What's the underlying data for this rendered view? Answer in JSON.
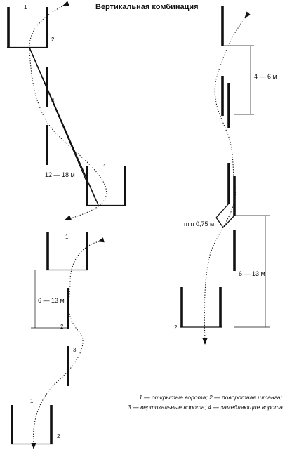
{
  "title": "Вертикальная комбинация",
  "left_top": {
    "num_1": "1",
    "num_2": "2",
    "num_4": "4",
    "num_1b": "1",
    "distance": "12 — 18 м"
  },
  "left_bottom": {
    "num_1": "1",
    "distance": "6 — 13 м",
    "num_2": "2",
    "num_3": "3",
    "num_1b": "1",
    "num_2b": "2"
  },
  "right": {
    "distance_top": "4 — 6 м",
    "min_gap": "min 0,75 м",
    "distance_bottom": "6 — 13 м",
    "num_2": "2"
  },
  "legend": {
    "line1": "1 — открытые ворота; 2 — поворотная штанга;",
    "line2": "3 — вертикальные ворота; 4 — замедляющие ворота"
  }
}
